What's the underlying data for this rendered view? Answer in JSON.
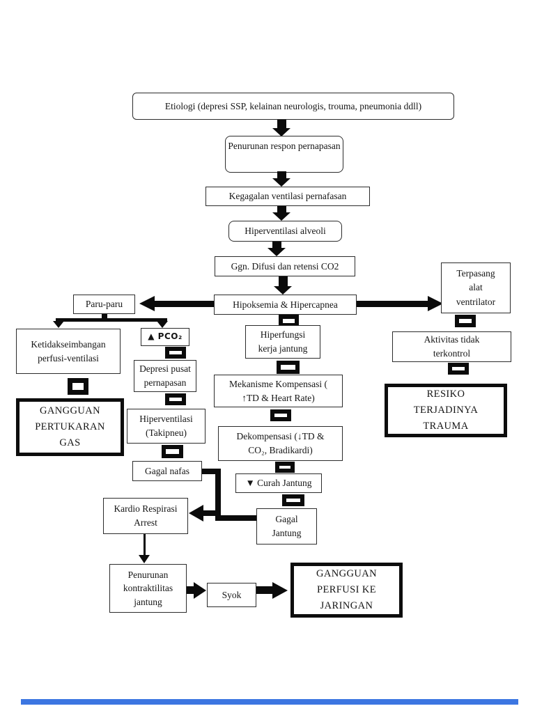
{
  "page": {
    "background": "#ffffff",
    "line_color": "#0b0b0b",
    "footer_bar_color": "#3c76e1"
  },
  "flowchart": {
    "nodes": {
      "etiologi": "Etiologi (depresi SSP, kelainan neurologis, trouma, pneumonia ddll)",
      "penurunan_respon": "Penurunan respon pernapasan",
      "kegagalan_ventilasi": "Kegagalan ventilasi pernafasan",
      "hiperventilasi_alveoli": "Hiperventilasi alveoli",
      "ggn_difusi": "Ggn. Difusi dan retensi CO2",
      "hipoksemia": "Hipoksemia & Hipercapnea",
      "paru_paru": "Paru-paru",
      "terpasang_ventilator": "Terpasang\nalat\nventrilator",
      "aktivitas_tidak_terkontrol": "Aktivitas tidak\nterkontrol",
      "resiko_trauma": "RESIKO\nTERJADINYA\nTRAUMA",
      "ketidakseimbangan": "Ketidakseimbangan\nperfusi-ventilasi",
      "gangguan_pertukaran_gas": "GANGGUAN\nPERTUKARAN\nGAS",
      "pco2": "▲ PCO₂",
      "depresi_pusat": "Depresi pusat\npernapasan",
      "hiperventilasi_takipneu": "Hiperventilasi\n(Takipneu)",
      "gagal_nafas": "Gagal nafas",
      "kardio_respirasi_arrest": "Kardio Respirasi\nArrest",
      "hiperfungsi_jantung": "Hiperfungsi\nkerja jantung",
      "mekanisme_kompensasi": "Mekanisme Kompensasi (\n↑TD & Heart Rate)",
      "dekompensasi": "Dekompensasi (↓TD &\nCO₂, Bradikardi)",
      "curah_jantung": "▼ Curah Jantung",
      "gagal_jantung": "Gagal\nJantung",
      "penurunan_kontraktilitas": "Penurunan\nkontraktilitas\njantung",
      "syok": "Syok",
      "gangguan_perfusi": "GANGGUAN\nPERFUSI KE\nJARINGAN"
    }
  }
}
